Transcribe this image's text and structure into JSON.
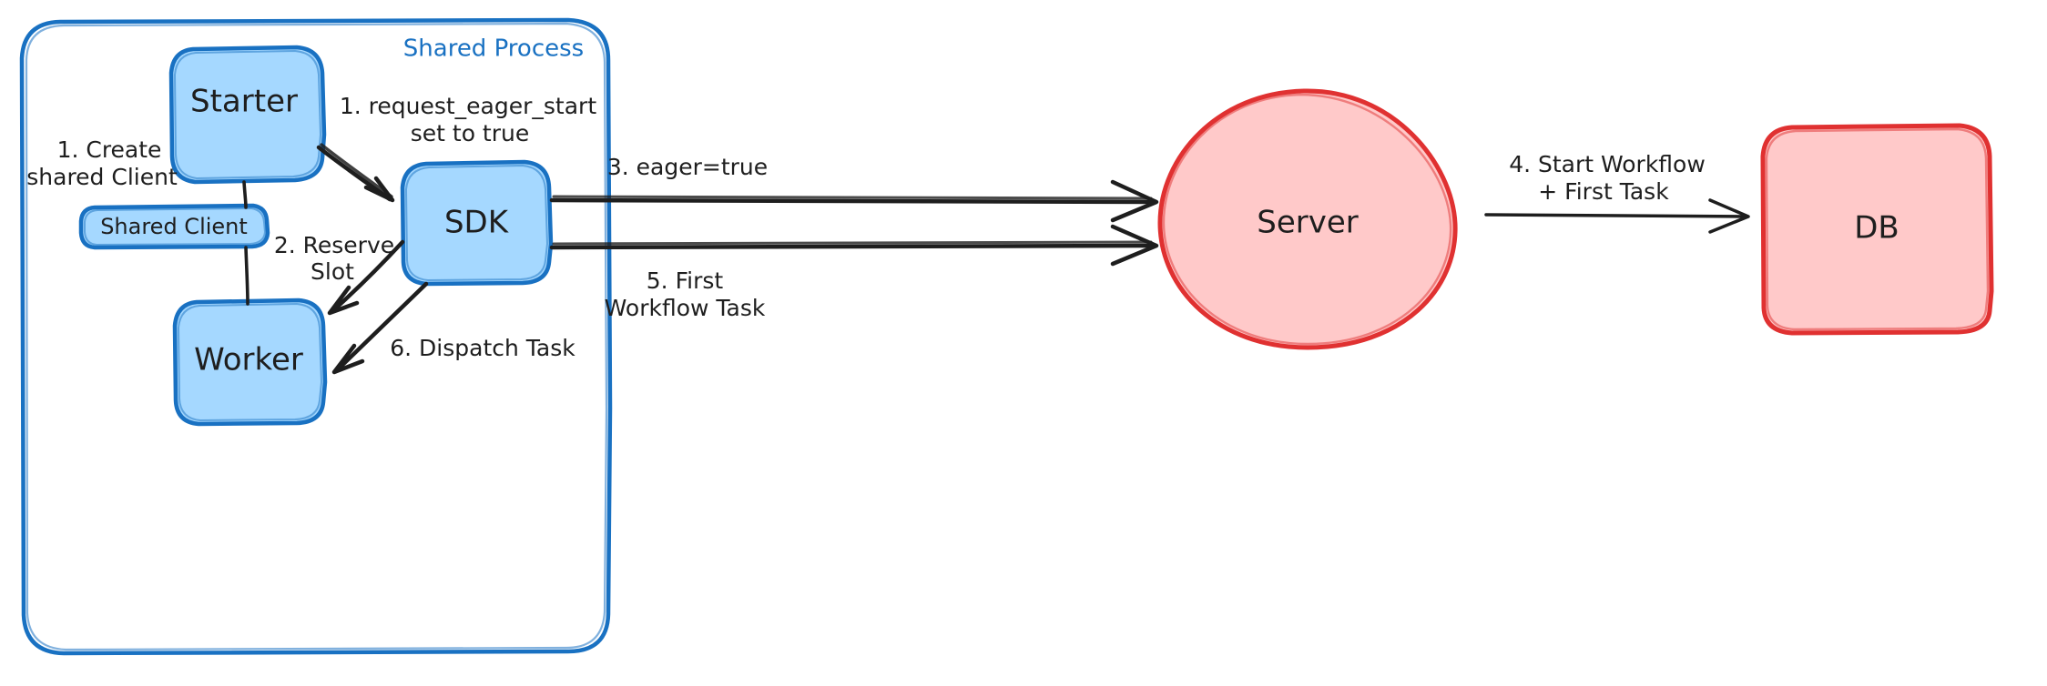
{
  "diagram": {
    "title_group": "Shared Process",
    "background": "#ffffff",
    "colors": {
      "blue_stroke": "#1971c2",
      "blue_fill": "#a5d8ff",
      "red_stroke": "#e03131",
      "red_fill": "#ffc9c9",
      "text": "#1e1e1e"
    },
    "nodes": [
      {
        "id": "starter",
        "label": "Starter",
        "shape": "rounded-rect",
        "color": "blue"
      },
      {
        "id": "shared_client",
        "label": "Shared Client",
        "shape": "rounded-rect",
        "color": "blue"
      },
      {
        "id": "worker",
        "label": "Worker",
        "shape": "rounded-rect",
        "color": "blue"
      },
      {
        "id": "sdk",
        "label": "SDK",
        "shape": "rounded-rect",
        "color": "blue"
      },
      {
        "id": "server",
        "label": "Server",
        "shape": "ellipse",
        "color": "red"
      },
      {
        "id": "db",
        "label": "DB",
        "shape": "rounded-rect",
        "color": "red"
      }
    ],
    "edges": [
      {
        "id": "e1",
        "label_line1": "1. Create",
        "label_line2": "shared Client",
        "from": "starter",
        "to": "shared_client",
        "arrow": false
      },
      {
        "id": "e2",
        "label_line1": "1. request_eager_start",
        "label_line2": "set to true",
        "from": "starter",
        "to": "sdk",
        "arrow": true
      },
      {
        "id": "e3",
        "label_line1": "2. Reserve",
        "label_line2": "Slot",
        "from": "sdk",
        "to": "worker",
        "arrow": true
      },
      {
        "id": "e4",
        "label_line1": "3. eager=true",
        "label_line2": "",
        "from": "sdk",
        "to": "server",
        "arrow": true
      },
      {
        "id": "e5",
        "label_line1": "4. Start Workflow",
        "label_line2": "+ First Task",
        "from": "server",
        "to": "db",
        "arrow": true
      },
      {
        "id": "e6",
        "label_line1": "5. First",
        "label_line2": "Workflow Task",
        "from": "sdk",
        "to": "server",
        "arrow": true
      },
      {
        "id": "e7",
        "label_line1": "6. Dispatch Task",
        "label_line2": "",
        "from": "sdk",
        "to": "worker",
        "arrow": true
      }
    ]
  }
}
